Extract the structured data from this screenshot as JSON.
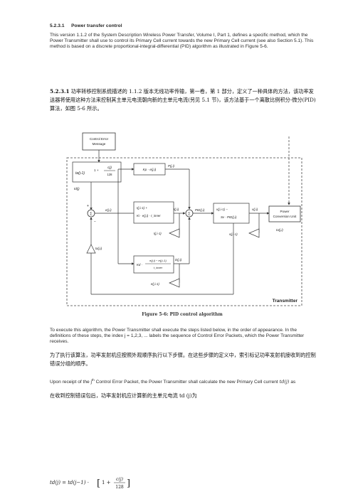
{
  "section": {
    "number": "5.2.3.1",
    "title": "Power transfer control"
  },
  "paragraphs": {
    "en_intro": "This version 1.1.2 of the System Description Wireless Power Transfer, Volume I, Part 1, defines a specific method, which the Power Transmitter shall use to control its Primary Cell current towards the new Primary Cell current (see also Section 5.1). This method is based on a discrete proportional-integral-differential (PID) algorithm as illustrated in Figure 5-6.",
    "zh_intro_num": "5.2.3.1",
    "zh_intro_text": " 功率转移控制系统描述的 1.1.2 版本无线功率传输，第一卷，第 1 部分，定义了一种具体的方法，该功率发送器将使用这种方法来控制其主单元电流朝向新的主单元电流(另见 5.1 节)，该方法基于一个离散比例积分-微分(PID)算法，如图 5-6 所示。",
    "en_steps": "To execute this algorithm, the Power Transmitter shall execute the steps listed below, in the order of appearance. In the definitions of these steps, the index j = 1,2,3, ... labels the sequence of Control Error Packets, which the Power Transmitter receives.",
    "zh_steps": "为了执行该算法，功率发射机应按照外观顺序执行以下步骤。在这些步骤的定义中，索引标记功率发射机接收到的控制错误分组的顺序。",
    "en_upon_a": "Upon receipt of the j",
    "en_upon_sup": "th",
    "en_upon_b": " Control Error Packet, the Power Transmitter shall calculate the new Primary Cell current ",
    "en_upon_c": " as",
    "zh_upon": "在收到控制错误包后，功率发射机应计算新的主单元电流 td (j)为"
  },
  "figure": {
    "caption": "Figure 5-6: PID control algorithm",
    "blocks": {
      "control_error_message": [
        "Control Error",
        "Message"
      ],
      "power_conversion_unit": [
        "Power",
        "Conversion Unit"
      ],
      "transmitter_label": "Transmitter",
      "prop_gain": "Kp · e(j,i)",
      "int_gain_a": "I(j,i-1) +",
      "int_gain_b": "Ki · e(j,i) · t_inner",
      "deriv_gain_a": "e(j,i) − e(j,i-1)",
      "deriv_gain_b": "t_inner",
      "deriv_k": "Kd ·",
      "sv_a": "v(j,i-1) −",
      "sv_b": "Sv · PID(j,i)",
      "sum_symbol": "Σ"
    },
    "signal_labels": {
      "p_out": "P(j,i)",
      "i_out": "I(j,i)",
      "d_out": "D(j,i)",
      "pid": "PID(j,i)",
      "v_out": "v(j,i)",
      "e": "e(j,i)",
      "i_prev": "I(j,i-1)",
      "e_prev": "e(j,i-1)",
      "v_prev": "v(j,i-1)",
      "ta_prev": "ta(j-1)",
      "td": "td(j)",
      "ta": "ta(j,i)",
      "ta_fb": "ta(j,i)",
      "plus": "+",
      "minus": "−"
    }
  },
  "equation": {
    "lhs": "td(j) = td(j−1) ·",
    "one": "1 +",
    "num": "c(j)",
    "den": "128"
  }
}
